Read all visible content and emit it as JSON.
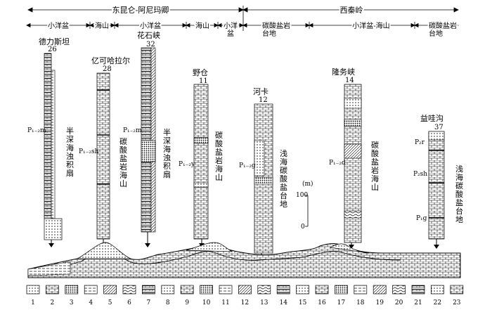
{
  "header": {
    "region_east": "东昆仑-阿尼玛卿",
    "region_west": "西秦岭",
    "zones": [
      "小洋盆",
      "海山",
      "小洋盆",
      "海山",
      "小洋盆",
      "碳酸盐岩台地",
      "小洋盆-海山",
      "碳酸盐岩台地"
    ]
  },
  "columns": [
    {
      "name": "德力斯坦",
      "number": "26",
      "unit": "P₁₋₂m",
      "facies": "半深海浊积扇"
    },
    {
      "name": "亿可哈拉尔",
      "number": "28",
      "unit": "P₁₋₂sh",
      "facies": "碳酸盐岩海山"
    },
    {
      "name": "花石峡",
      "number": "32",
      "unit": "P₁₋₂m",
      "facies": "半深海浊积扇"
    },
    {
      "name": "野仓",
      "number": "11",
      "unit": "P₁₋₂y",
      "facies": "碳酸盐岩海山"
    },
    {
      "name": "河卡",
      "number": "12",
      "unit": "P₁₋₂g",
      "facies": "浅海碳酸盐台地"
    },
    {
      "name": "隆务峡",
      "number": "14",
      "unit": "P₁₋₂d",
      "facies": "碳酸盐岩海山"
    },
    {
      "name": "益哇沟",
      "number": "37",
      "units": [
        "P₂r",
        "P₂sh",
        "P₁g"
      ],
      "facies": "浅海碳酸盐台地"
    }
  ],
  "scale": {
    "unit": "(m)",
    "top": "100",
    "bottom": "0"
  },
  "legend": [
    "1",
    "2",
    "3",
    "4",
    "5",
    "6",
    "7",
    "8",
    "9",
    "10",
    "11",
    "12",
    "13",
    "14",
    "15",
    "16",
    "17",
    "18",
    "19",
    "20",
    "21",
    "22",
    "23"
  ]
}
